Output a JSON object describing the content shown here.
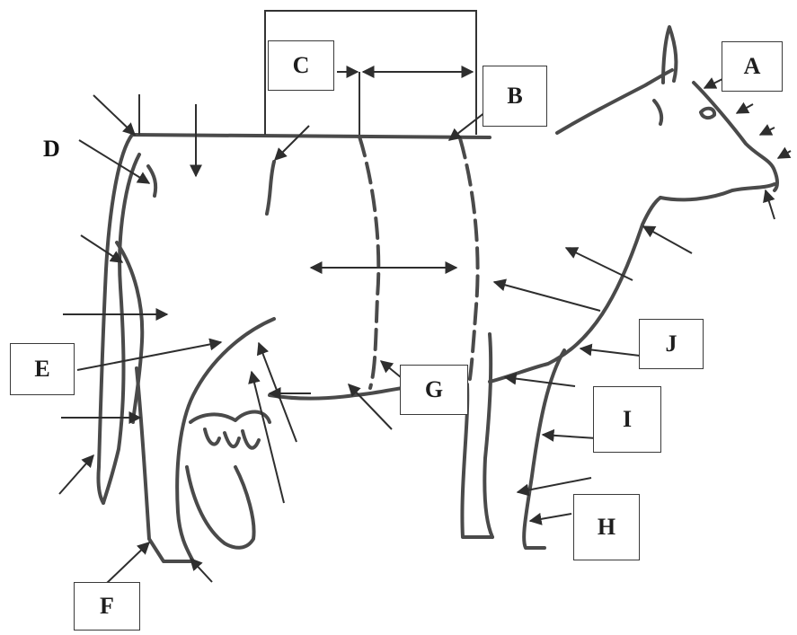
{
  "diagram": {
    "labels": {
      "a": "A",
      "b": "B",
      "c": "C",
      "d": "D",
      "e": "E",
      "f": "F",
      "g": "G",
      "h": "H",
      "i": "I",
      "j": "J"
    },
    "colors": {
      "outline": "#4a4a4a",
      "arrow": "#2e2e2e",
      "box_border": "#3a3a3a",
      "label_text": "#1e1e1e"
    }
  }
}
